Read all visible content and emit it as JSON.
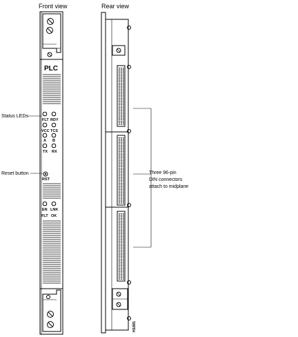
{
  "views": {
    "front": "Front view",
    "rear": "Rear view"
  },
  "faceplate": {
    "title": "PLC",
    "led_labels": {
      "flt": "FLT",
      "rdy": "RDY",
      "vcc": "VCC",
      "tcs": "TCS",
      "a": "A",
      "b": "B",
      "tx": "TX",
      "rx": "RX",
      "rst": "RST",
      "en": "EN",
      "lnk": "LNK",
      "flt2": "FLT",
      "ok": "OK"
    }
  },
  "callouts": {
    "status_leds": "Status LEDs",
    "reset_button": "Reset button",
    "connectors_line1": "Three 96-pin",
    "connectors_line2": "DIN connectors",
    "connectors_line3": "attach to midplane"
  },
  "figure_id": "H1881"
}
